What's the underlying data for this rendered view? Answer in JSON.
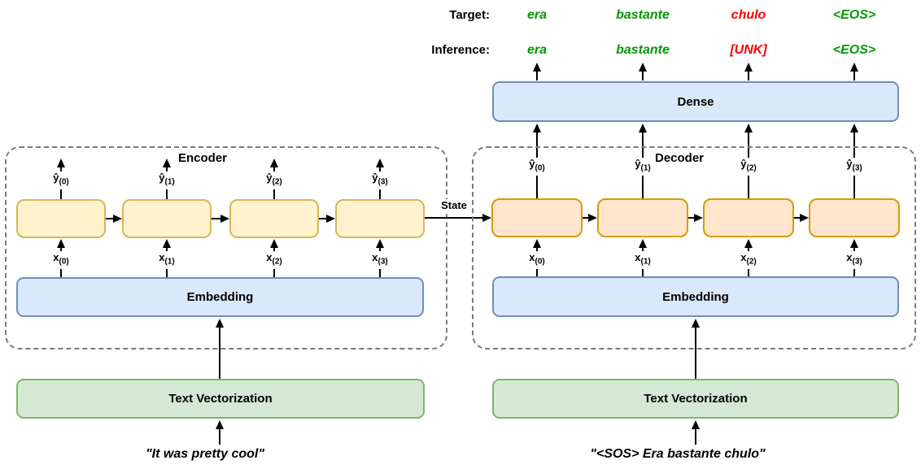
{
  "header": {
    "target_label": "Target:",
    "inference_label": "Inference:",
    "target_words": [
      {
        "text": "era",
        "color": "#009900"
      },
      {
        "text": "bastante",
        "color": "#009900"
      },
      {
        "text": "chulo",
        "color": "#ff0000"
      },
      {
        "text": "<EOS>",
        "color": "#009900"
      }
    ],
    "inference_words": [
      {
        "text": "era",
        "color": "#009900"
      },
      {
        "text": "bastante",
        "color": "#009900"
      },
      {
        "text": "[UNK]",
        "color": "#ff0000"
      },
      {
        "text": "<EOS>",
        "color": "#009900"
      }
    ]
  },
  "dense": {
    "label": "Dense"
  },
  "state_label": "State",
  "encoder": {
    "title": "Encoder",
    "outputs": [
      {
        "base": "ŷ",
        "sub": "(0)"
      },
      {
        "base": "ŷ",
        "sub": "(1)"
      },
      {
        "base": "ŷ",
        "sub": "(2)"
      },
      {
        "base": "ŷ",
        "sub": "(3)"
      }
    ],
    "inputs": [
      {
        "base": "x",
        "sub": "(0)"
      },
      {
        "base": "x",
        "sub": "(1)"
      },
      {
        "base": "x",
        "sub": "(2)"
      },
      {
        "base": "x",
        "sub": "(3)"
      }
    ],
    "embedding_label": "Embedding",
    "vectorization_label": "Text Vectorization",
    "input_text": "\"It was pretty cool\""
  },
  "decoder": {
    "title": "Decoder",
    "outputs": [
      {
        "base": "ŷ",
        "sub": "(0)"
      },
      {
        "base": "ŷ",
        "sub": "(1)"
      },
      {
        "base": "ŷ",
        "sub": "(2)"
      },
      {
        "base": "ŷ",
        "sub": "(3)"
      }
    ],
    "inputs": [
      {
        "base": "x",
        "sub": "(0)"
      },
      {
        "base": "x",
        "sub": "(1)"
      },
      {
        "base": "x",
        "sub": "(2)"
      },
      {
        "base": "x",
        "sub": "(3)"
      }
    ],
    "embedding_label": "Embedding",
    "vectorization_label": "Text Vectorization",
    "input_text": "\"<SOS> Era bastante chulo\""
  },
  "colors": {
    "box_blue_fill": "#dae8fc",
    "box_blue_stroke": "#6c8ebf",
    "cell_yellow_fill": "#fff2cc",
    "cell_yellow_stroke": "#d6b656",
    "cell_orange_fill": "#ffe6cc",
    "cell_orange_stroke": "#d79b00",
    "box_green_fill": "#d5e8d4",
    "box_green_stroke": "#82b366",
    "correct_token": "#009900",
    "wrong_token": "#ff0000",
    "dashed_border": "#7b7b7b"
  }
}
